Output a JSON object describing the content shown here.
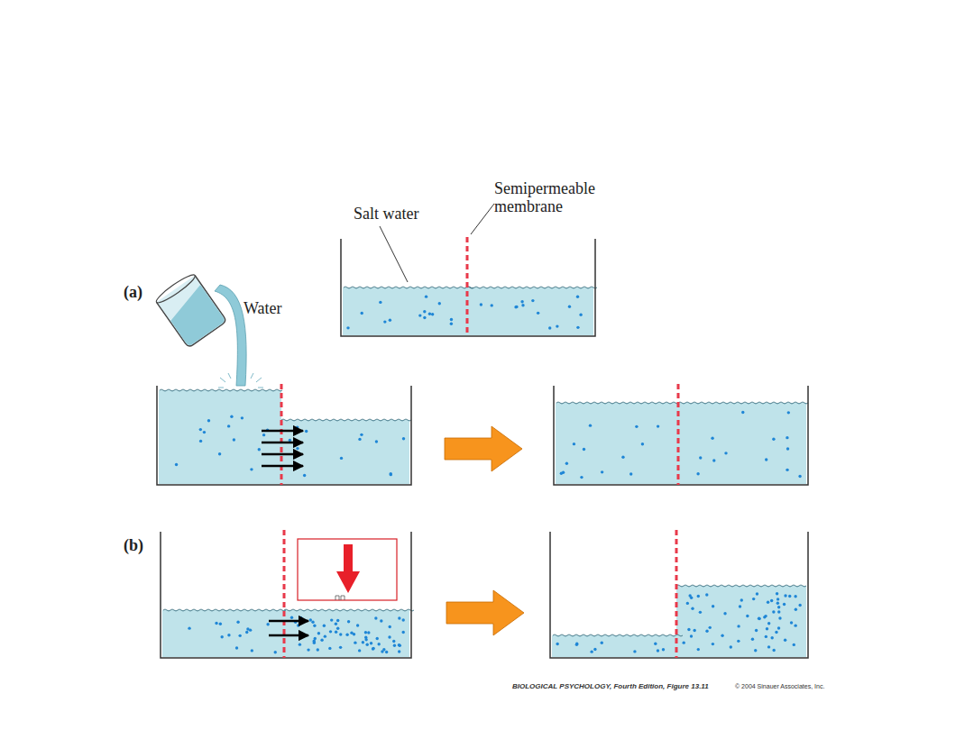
{
  "diagram": {
    "caption": "BIOLOGICAL PSYCHOLOGY, Fourth Edition, Figure 13.11",
    "labels": [
      "Semipermeable membrane",
      "Salt water",
      "(a)",
      "Water",
      "(b)",
      "© 2004 Sinauer Associates, Inc."
    ]
  }
}
